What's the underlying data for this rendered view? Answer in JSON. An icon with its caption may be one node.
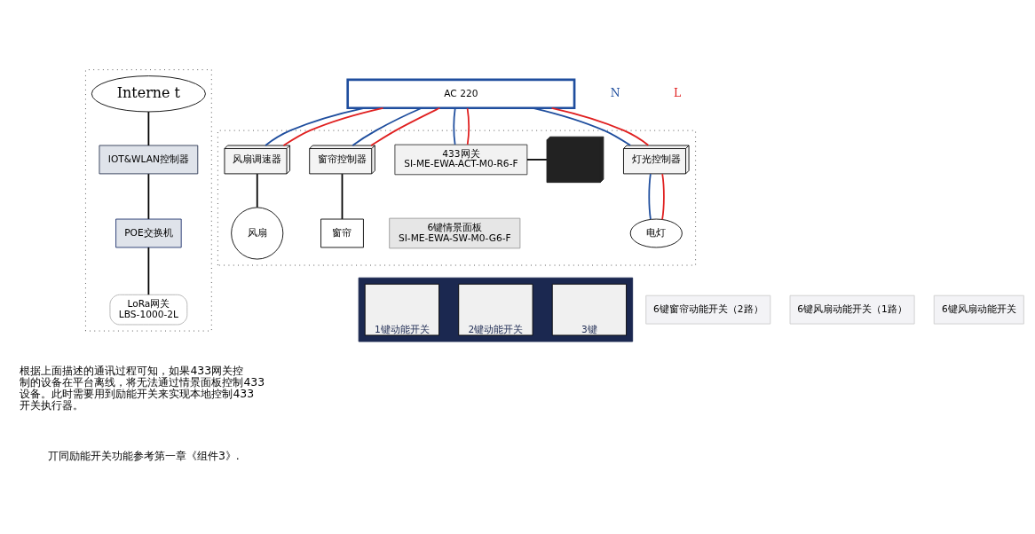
{
  "diagram": {
    "nodes": [
      {
        "text": [],
        "shape": "box"
      },
      {
        "text": [
          "Interne t"
        ],
        "in": 0
      },
      {
        "text": [
          "IOT&WLAN控制器"
        ],
        "in": 0
      },
      {
        "text": [
          "POE交换机"
        ],
        "in": 0
      },
      {
        "text": [
          "LoRa网关",
          "LBS-1000-2L"
        ],
        "in": 0
      },
      {
        "text": [],
        "shape": "box"
      },
      {
        "text": [],
        "shape": "picture",
        "in": 5
      },
      {
        "text": [
          "433网关",
          "SI-ME-EWA-ACT-M0-R6-F"
        ],
        "in": 5
      },
      {
        "text": [
          "灯光控制器"
        ],
        "in": 5
      },
      {
        "text": [
          "窗帘控制器"
        ],
        "in": 5
      },
      {
        "text": [
          "风扇调速器"
        ],
        "in": 5
      },
      {
        "text": [
          "6键情景面板",
          "SI-ME-EWA-SW-M0-G6-F"
        ],
        "in": 5
      },
      {
        "text": [
          "电灯"
        ],
        "in": 5
      },
      {
        "text": [
          "窗帘"
        ],
        "in": 5
      },
      {
        "text": [
          "风扇"
        ],
        "in": 5
      },
      {
        "text": [
          "AC 220"
        ]
      },
      {
        "text": [],
        "shape": "box"
      },
      {
        "text": [
          "1键动能开关"
        ],
        "in": 16
      },
      {
        "text": [
          "2键动能开关"
        ],
        "in": 16
      },
      {
        "text": [
          "3键"
        ],
        "in": 16
      },
      {
        "text": [
          "6键窗帘动能开关（2路）"
        ]
      },
      {
        "text": [
          "6键风扇动能开关（1路）"
        ]
      },
      {
        "text": [
          "6键风扇动能开关"
        ]
      }
    ],
    "edges": [
      {
        "from": 1,
        "to": 2,
        "arrow": "none"
      },
      {
        "from": 2,
        "to": 3,
        "arrow": "none"
      },
      {
        "from": 3,
        "to": 4,
        "arrow": "none"
      },
      {
        "from": 6,
        "to": 7,
        "arrow": "none"
      },
      {
        "from": 15,
        "to": 7,
        "arrow": "none",
        "color": "#1f4e9e"
      },
      {
        "from": 15,
        "to": 7,
        "arrow": "none",
        "color": "#e02020"
      },
      {
        "from": 15,
        "to": 8,
        "arrow": "none",
        "color": "#1f4e9e"
      },
      {
        "from": 15,
        "to": 8,
        "arrow": "none",
        "color": "#e02020"
      },
      {
        "from": 15,
        "to": 9,
        "arrow": "none",
        "color": "#1f4e9e"
      },
      {
        "from": 15,
        "to": 9,
        "arrow": "none",
        "color": "#e02020"
      },
      {
        "from": 15,
        "to": 10,
        "arrow": "none",
        "color": "#1f4e9e"
      },
      {
        "from": 15,
        "to": 10,
        "arrow": "none",
        "color": "#e02020"
      },
      {
        "from": 8,
        "to": 12,
        "arrow": "none",
        "color": "#1f4e9e"
      },
      {
        "from": 8,
        "to": 12,
        "arrow": "none",
        "color": "#e02020"
      },
      {
        "from": 9,
        "to": 13,
        "arrow": "none"
      },
      {
        "from": 10,
        "to": 14,
        "arrow": "none"
      }
    ],
    "labels": [
      "N",
      "L",
      "根据上面描述的通讯过程可知，如果433网关控制的设备在平台离线，将无法通过情景面板控制433设备。此时需要用到励能开关来实现本地控制433开关执行器。",
      "丌同励能开关功能参考第一章《组件3》."
    ]
  }
}
